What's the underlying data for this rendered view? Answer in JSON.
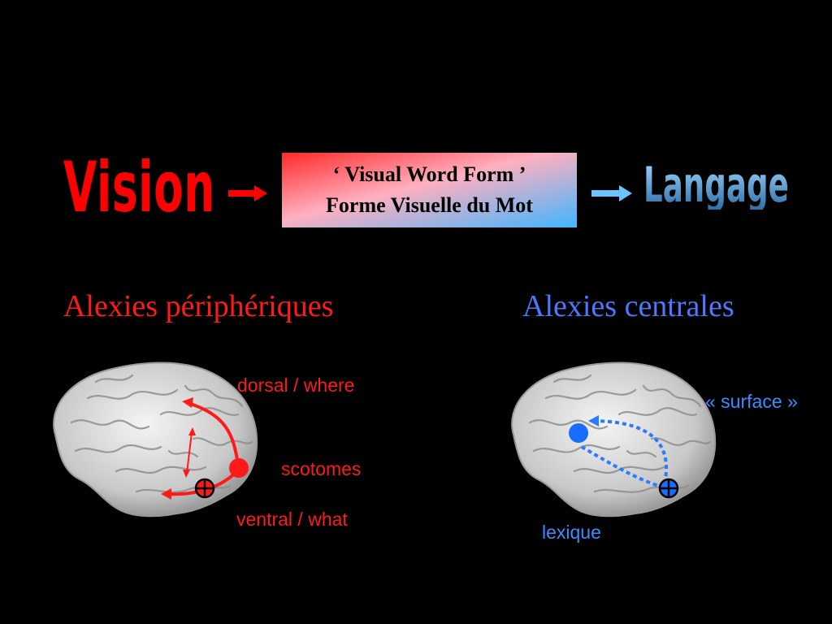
{
  "flow": {
    "vision": "Vision",
    "vwf_line1": "‘ Visual Word Form ’",
    "vwf_line2": "Forme Visuelle du Mot",
    "langage": "Langage"
  },
  "headings": {
    "peripheral": "Alexies périphériques",
    "central": "Alexies centrales"
  },
  "peripheral_labels": {
    "dorsal": "dorsal / where",
    "scotomes": "scotomes",
    "ventral": "ventral / what"
  },
  "central_labels": {
    "surface": "« surface »",
    "lexique": "lexique"
  },
  "colors": {
    "vision_red": "#ff0000",
    "peripheral_red": "#ff1a1a",
    "central_blue": "#3c8cff",
    "box_gradient_start": "#ff2a2a",
    "box_gradient_end": "#3fb6ff",
    "langage_blue": "#6bb7f0"
  }
}
